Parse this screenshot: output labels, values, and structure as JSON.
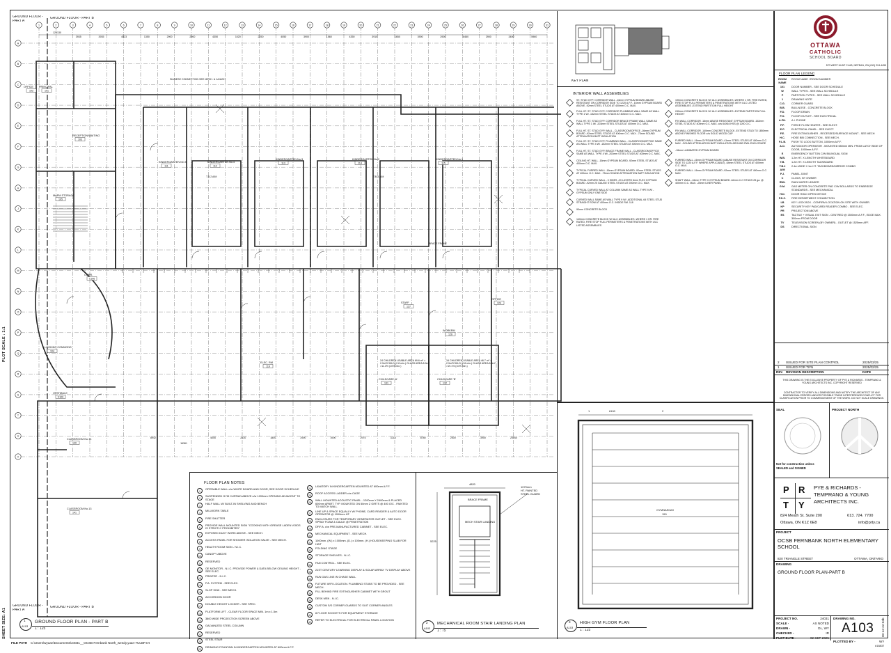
{
  "corner_labels": {
    "top_left_a": "GROUND FLOOR -",
    "top_left_b": "PART A",
    "top_left_c": "GROUND FLOOR - PART B",
    "bottom_left_a": "GROUND FLOOR -",
    "bottom_left_b": "PART A",
    "bottom_left_c": "GROUND FLOOR - PART B"
  },
  "margin": {
    "plot_scale": "PLOT SCALE : 1:1",
    "sheet_size": "SHEET SIZE: A1",
    "file_path_label": "FILE PATH",
    "file_path_value": "C:\\Users\\wyuan\\Documents\\24031__OCSB Fernbank North_wendy.yuan-7ULBP.rvt",
    "stamp": "00-12-22-04b"
  },
  "plan": {
    "rooms": [
      {
        "name": "KINDERGARTEN NO.5",
        "num": "111"
      },
      {
        "name": "KINDERGARTEN No.4",
        "num": "112"
      },
      {
        "name": "KINDERGARTEN No.3",
        "num": "113"
      },
      {
        "name": "KINDERGARTEN No.2",
        "num": "114"
      },
      {
        "name": "KINDERGARTEN No.1",
        "num": "115"
      },
      {
        "name": "CHILDCARE 'A'",
        "num": "131"
      },
      {
        "name": "CHILDCARE 'B'",
        "num": "132"
      },
      {
        "name": "CLASSROOM No.14",
        "num": "140"
      },
      {
        "name": "CLASSROOM No.13",
        "num": "141"
      },
      {
        "name": "PRINCIPAL",
        "num": "101"
      },
      {
        "name": "OFFICE",
        "num": "102"
      },
      {
        "name": "RECEPTION/WAITING",
        "num": "103"
      },
      {
        "name": "MAPM STORAGE",
        "num": "105"
      },
      {
        "name": "CORR.",
        "num": "C106"
      },
      {
        "name": "OFFICE",
        "num": "124"
      },
      {
        "name": "WORKRM",
        "num": "126"
      },
      {
        "name": "STAFF",
        "num": "127"
      },
      {
        "name": "LOOKING COMMONS",
        "num": "104"
      },
      {
        "name": "VESTIBULE",
        "num": "V100"
      },
      {
        "name": "ELEC. RM",
        "num": "119"
      }
    ],
    "notes_on_plan": [
      "SIAMESE CONNECTION SEE MECH. & 1A/A201",
      "BRACE FRAME",
      "24 CHILDREN USABLE AREA 69.6 m² > 2.9m²/CHILD (2.8 min.) GLASS AREA 8.9m² >11.3% (10% min.)",
      "16 CHILDREN USABLE AREA 46.7 m² > 2.9m²/CHILD (2.8 min.) GLASS AREA 8.9m² >19.1% (10% min.)",
      "T.B.2 A/M",
      "T.B.4 A/M"
    ],
    "dims_top": [
      "125130",
      "3935",
      "3935",
      "4523",
      "1350",
      "2900",
      "2900",
      "4350",
      "1020",
      "2250",
      "4050",
      "3900",
      "1560",
      "4350",
      "3910",
      "1650",
      "3900",
      "2900",
      "8460",
      "2900",
      "3400",
      "5960"
    ],
    "dims_bottom": [
      "8942",
      "16361",
      "4050",
      "2830",
      "1800",
      "2900",
      "3900",
      "2975",
      "3218",
      "8780",
      "2500",
      "3900",
      "25940"
    ],
    "grid_rows": [
      "A",
      "B",
      "C",
      "D",
      "E",
      "F",
      "G",
      "H",
      "J",
      "K",
      "L",
      "M",
      "N",
      "O",
      "P",
      "Q",
      "R",
      "S",
      "T",
      "U",
      "V"
    ],
    "grid_cols": [
      "1",
      "2",
      "3",
      "4",
      "5",
      "6",
      "7",
      "8",
      "9",
      "10",
      "11",
      "12",
      "13",
      "14",
      "15",
      "16",
      "17",
      "18",
      "19",
      "20",
      "21",
      "22",
      "23",
      "24",
      "25",
      "26",
      "27",
      "28",
      "29",
      "30",
      "31"
    ]
  },
  "views": [
    {
      "num": "1",
      "sheet": "A103",
      "title": "GROUND FLOOR PLAN - PART B",
      "scale": "1 : 125"
    },
    {
      "num": "2",
      "sheet": "A103",
      "title": "MECHANICAL ROOM STAIR LANDING PLAN",
      "scale": "1 : 75"
    },
    {
      "num": "3",
      "sheet": "A103",
      "title": "HIGH GYM FLOOR PLAN",
      "scale": "1 : 125"
    }
  ],
  "key_plan": {
    "label": "KEY PLAN"
  },
  "floor_plan_notes": {
    "title": "FLOOR PLAN NOTES",
    "col1": [
      {
        "n": "1",
        "t": "OPERABLE WALL c/w WHITE BOARD AND DOOR, SEE DOOR SCHEDULE"
      },
      {
        "n": "2",
        "t": "SUSPENDED GYM CURTAIN ABOVE c/w 1200mm OPENING ADJACENT TO STAGE"
      },
      {
        "n": "3",
        "t": "HALF WALL W/ BUILT-IN SHELVING AND BENCH"
      },
      {
        "n": "4",
        "t": "MILLWORK TABLE"
      },
      {
        "n": "5",
        "t": "FIRE SHUTTER"
      },
      {
        "n": "6",
        "t": "PROVIDE WALL MOUNTED SIGN \"COOKING WITH GREASE LADEN VOIDS IS STRICTLY PROHIBITED\""
      },
      {
        "n": "7",
        "t": "EXPOSED DUCT WORK ABOVE - SEE MECH."
      },
      {
        "n": "8",
        "t": "ACCESS PANEL FOR SHOWER ISOLATION VALVE - SEE MECH."
      },
      {
        "n": "9",
        "t": "HEALTH ROOM SIGN - N.I.C."
      },
      {
        "n": "10",
        "t": "CANOPY ABOVE"
      },
      {
        "n": "11",
        "t": "RESERVED"
      },
      {
        "n": "12",
        "t": "OE MONITOR - N.I.C. PROVIDE POWER & DATA BELOW CEILING HEIGHT - SEE ELEC."
      },
      {
        "n": "13",
        "t": "PRINTER - N.I.C."
      },
      {
        "n": "14",
        "t": "P.A. SYSTEM - SEE ELEC."
      },
      {
        "n": "15",
        "t": "SLOP SINK - SEE MECH."
      },
      {
        "n": "16",
        "t": "ACCORDION DOOR"
      },
      {
        "n": "17",
        "t": "DOUBLE HEIGHT LOCKER - SEE SPEC."
      },
      {
        "n": "18",
        "t": "PLATFORM LIFT - CLEAR FLOOR SPACE MIN. 1m x 1.5m"
      },
      {
        "n": "19",
        "t": "3800 WIDE PROJECTION SCREEN ABOVE"
      },
      {
        "n": "20",
        "t": "GALVANIZED STEEL COLUMN"
      },
      {
        "n": "21",
        "t": "RESERVED"
      },
      {
        "n": "22",
        "t": "STEEL STAIR"
      },
      {
        "n": "23",
        "t": "DRINKING FOUNTAIN IN KINDERGARTEN MOUNTED AT 600mm A.F.F."
      }
    ],
    "col2": [
      {
        "n": "24",
        "t": "LAVATORY IN KINDERGARTEN MOUNTED AT 600mm A.F.F."
      },
      {
        "n": "25",
        "t": "ROOF ACCESS LADDER c/w CAGE"
      },
      {
        "n": "26",
        "t": "WALL MOUNTED ACOUSTIC PANEL - 1200mm X 2400mm & PLACED 600mm APART. TYP. MOUNTED ON 50mm Z GIRTS @ 400 O/C - PAINTED TO MATCH WALL"
      },
      {
        "n": "27",
        "t": "LINE UP & SPACE EQUALLY W/ PHONE, CARD READER & AUTO DOOR OPERATOR @ 1000mm HT."
      },
      {
        "n": "28",
        "t": "ENCLOSURE FOR TEMPORARY GENERATOR OUTLET - SEE ELEC. SPRAY FOAM & CAULK @ PENETRATION"
      },
      {
        "n": "29",
        "t": "DF/F.A. c/w PRE-MANUFACTURED CABINET - SEE ELEC."
      },
      {
        "n": "30",
        "t": "MECHANICAL EQUIPMENT - SEE MECH."
      },
      {
        "n": "31",
        "t": "1000mm. (W.) x 1000mm. (D.) x 100mm. (H.) HOUSEKEEPING SLAB FOR HWT"
      },
      {
        "n": "32",
        "t": "FOLDING STAGE"
      },
      {
        "n": "33",
        "t": "STORAGE SHELVES - N.I.C."
      },
      {
        "n": "34",
        "t": "FAN CONTROL - SEE ELEC."
      },
      {
        "n": "35",
        "t": "21ST CENTURY LEARNING DISPLAY & SOLAR ARRAY TV DISPLAY ABOVE"
      },
      {
        "n": "36",
        "t": "RUN GAS LINE IN CHASE WALL"
      },
      {
        "n": "37",
        "t": "FUTURE WIFI LOCATION. PLUMBING STUBS TO BE PROVIDED - SEE MECH."
      },
      {
        "n": "38",
        "t": "FILL BEHIND FIRE EXTINGUISHER CABINET WITH GROUT"
      },
      {
        "n": "39",
        "t": "DESK MEN - N.I.C."
      },
      {
        "n": "40",
        "t": "CUSTOM S/S CORNER GUARDS TO SUIT CORNER ANGLES"
      },
      {
        "n": "41",
        "t": "8 FLOOR SOCKETS FOR EQUIPMENT STORAGE"
      },
      {
        "n": "42",
        "t": "REFER TO ELECTRICAL FOR ELECTRICAL PANEL LOCATION"
      }
    ]
  },
  "interior_wall_assemblies": {
    "title": "INTERIOR WALL ASSEMBLIES",
    "col1": [
      "ST. STUD GYP. CORRIDOR WALL -16mm GYPSUM BOARD ABUSE RESISTANT ON CORRIDOR SIDE TO 1220 A.F.F., 16mm GYPSUM BOARD ABOVE -92mm STEEL STUDS AT 400mm O.C. MAX.",
      "FULL HT. ST. STUD GYP. CORRIDOR PLUMBING WALL SAME AS WALL TYPE 1 W/ -152mm STEEL STUDS AT 400mm O.C. MAX.",
      "FULL HT. ST. STUD GYP. CORRIDOR BRACE FRAME WALL SAME AS WALL TYPE 1 W/ -203mm STEEL STUDS AT 400mm O.C. MAX.",
      "FULL HT. ST. STUD GYP. WALL - CLASSROOM/OFFICE -16mm GYPSUM BOARD -92mm STEEL STUDS AT 400mm O.C. MAX. -75mm SOUND ATTENUATION BATT INSULATION",
      "FULL HT. ST. STUD GYP. PLUMBING WALL - CLASSROOM/OFFICE SAME AS WALL TYPE 4 W/ -152mm STEEL STUDS AT 400mm O.C. MAX.",
      "FULL HT. ST. STUD GYP. BRACE FRAME WALL - CLASSROOM/OFFICE SAME AS WALL TYPE 4 W/ -203mm STEEL STUDS AT 400mm O.C. MAX.",
      "CEILING HT. WALL -16mm GYPSUM BOARD -92mm STEEL STUDS AT 400mm O.C. MAX.",
      "TYPICAL FURRED WALL -16mm GYPSUM BOARD -92mm STEEL STUDS AT 400mm O.C. MAX. -75mm SOUND ATTENUATION BATT INSULATION",
      "TYPICAL CURVED WALL - 3 SIDES -2X LAYERS 6mm FLEX GYPSUM BOARD -92mm 20 GAUGE STEEL STUDS AT 200mm O.C. MAX.",
      "TYPICAL CURVED WALL AT COLUMN SAME AS WALL TYPE 9 W/ -GYPSUM ONLY ONE SIDE",
      "CURVED WALL SAME AS WALL TYPE 9 W/ -ADDITIONAL 64 STEEL STUD STRAIGHT ROW AT 400mm O.C. INSIDE RM. 118",
      "90mm CONCRETE BLOCK",
      "140mm CONCRETE BLOCK W/ ULC ASSEMBLIES -WHERE 1 HR. FIRE RATED, FIRE STOP FULL PERIMETERS & PENETRATIONS WITH ULC LISTED ASSEMBLIES"
    ],
    "col2": [
      "190mm CONCRETE BLOCK W/ ULC ASSEMBLIES -WHERE 1 HR. FIRE RATED, FIRE STOP FULL PERIMETERS & PENETRATIONS WITH ULC LISTED ASSEMBLIES -EXTEND PARTITION FULL HEIGHT",
      "240mm CONCRETE BLOCK W/ ULC ASSEMBLIES -EXTEND PARTITION FULL HEIGHT",
      "FIN WALL CORRIDOR -16mm ABUSE RESISTANT GYPSUM BOARD -152mm STEEL STUDS AT 400mm O.C. MAX. c/w 64X64 HSS @ 1200 O.C.",
      "FIN WALL CORRIDOR -140mm CONCRETE BLOCK -EXTEND STUD TO 1850mm ABOVE FINISHED FLOOR c/w SOLID WOOD CAP",
      "FURRED WALL -16mm GYPSUM BOARD -41mm STEEL STUDS AT 400mm O.C. MAX. -SOUND ATTENUATION BATT INSULATION AROUND RWL ENCLOSURE",
      "-16mm LAMINATED GYPSUM BOARD",
      "FURRED WALL -16mm GYPSUM BOARD (ABUSE RESISTANT ON CORRIDOR SIDE TO 1220 A.F.F. WHERE APPLICABLE) -64mm STEEL STUDS AT 400mm O.C. MAX.",
      "FURRED WALL -16mm GYPSUM BOARD -92mm STEEL STUDS AT 400mm O.C. MAX.",
      "SHAFT WALL -16mm TYPE X GYPSUM BOARD -64mm C-H STUDS 25 ga. @ 400mm O.C. MAX. -25mm LINER PANEL"
    ]
  },
  "title_block": {
    "client": {
      "line1": "OTTAWA",
      "line2": "CATHOLIC",
      "line3": "SCHOOL BOARD",
      "address": "570 WEST HUNT CLUB, NEPEAN, ON (613) 224-4455"
    },
    "legend_title": "FLOOR PLAN LEGEND",
    "legend": [
      {
        "sym": "ROOM NAME",
        "desc": "ROOM NAME / ROOM NUMBER"
      },
      {
        "sym": "101",
        "desc": "DOOR NUMBER - SEE DOOR SCHEDULE"
      },
      {
        "sym": "W",
        "desc": "WALL TYPES - SEE WALL SCHEDULE"
      },
      {
        "sym": "P",
        "desc": "PARTITION TYPES - SEE WALL SCHEDULE"
      },
      {
        "sym": "1",
        "desc": "DRAWING NOTE"
      },
      {
        "sym": "C.G.",
        "desc": "CORNER GUARD"
      },
      {
        "sym": "B.B.",
        "desc": "BULLNOSE - CONCRETE BLOCK"
      },
      {
        "sym": "F.D.",
        "desc": "FLOOR DRAIN"
      },
      {
        "sym": "F.O.",
        "desc": "FLOOR OUTLET - SEE ELECTRICAL"
      },
      {
        "sym": "A.PH.",
        "desc": "A.I. PHONE"
      },
      {
        "sym": "F.F.",
        "desc": "FORCE FLOW HEATER - SEE ELECT."
      },
      {
        "sym": "E.P.",
        "desc": "ELECTRICAL PANEL - SEE ELECT."
      },
      {
        "sym": "F.E.",
        "desc": "FIRE EXTINGUISHER - RECESSED/SURFACE MOUNT - SEE MECH"
      },
      {
        "sym": "H.C.",
        "desc": "HOSE BIB CONNECTION - SEE MECH."
      },
      {
        "sym": "P.L.B.",
        "desc": "PUSH TO LOCK BUTTON, 1000mm A.F.F."
      },
      {
        "sym": "A.O.",
        "desc": "AUTODOOR OPERATOR - MOUNTED 650mm MIN. FROM LATCH SIDE OF DOOR, 1000mm A.F.F."
      },
      {
        "sym": "E",
        "desc": "EMERGENCY BUTTON C/W BILINGUAL SIGN"
      },
      {
        "sym": "W.B.",
        "desc": "1.2m HT. X LENGTH WHITEBOARD"
      },
      {
        "sym": "T.B.",
        "desc": "1.2m HT. X LENGTH TACKBOARD"
      },
      {
        "sym": "T.B.2 A/M",
        "desc": "2.4m WIDE X 1m HT. TACKBOARD/MIRROR COMBO"
      },
      {
        "sym": "P.J.",
        "desc": "PANEL JOINT"
      },
      {
        "sym": "C",
        "desc": "CLOCK, BY OWNER"
      },
      {
        "sym": "RWL",
        "desc": "RAIN WATER LEADER"
      },
      {
        "sym": "G.M.",
        "desc": "GAS METER ON CONCRETE PAD C/W BOLLARDS TO ENBRIDGE STANDARDS - SEE MECHANICAL"
      },
      {
        "sym": "H.D.",
        "desc": "DOOR HOLD OPEN DEVICE"
      },
      {
        "sym": "F.D.C.",
        "desc": "FIRE DEPARTMENT CONNECTION"
      },
      {
        "sym": "LB",
        "desc": "KEY LOCK BOX - CONFIRM LOCATION ON SITE WITH OWNER."
      },
      {
        "sym": "KP",
        "desc": "SECURITY KEY PAD/CARD READER COMBO - SEE ELEC."
      },
      {
        "sym": "PR",
        "desc": "PROJECTION ABOVE"
      },
      {
        "sym": "ES",
        "desc": "TACTILE + VISUAL EXIT SIGN - CENTRED @ 1500mm A.F.F., EDGE MAX. 300mm FROM DOOR"
      },
      {
        "sym": "TV",
        "desc": "TELEVISION SCREEN (BY OWNER) - OUTLET @ 1525mm AFF."
      },
      {
        "sym": "DS",
        "desc": "DIRECTIONAL SIGN"
      }
    ],
    "revisions": [
      {
        "no": "2",
        "desc": "ISSUED FOR SITE PLAN CONTROL",
        "date": "2025/03/25"
      },
      {
        "no": "1",
        "desc": "ISSUED FOR TIFN",
        "date": "2025/02/25"
      }
    ],
    "rev_header": {
      "no": "REV",
      "desc": "REVISION DESCRIPTION",
      "date": "DATE"
    },
    "copyright": "THIS DRAWING IS THE EXCLUSIVE PROPERTY OF PYE & RICHARDS - TEMPRANO & YOUNG ARCHITECTS INC. COPYRIGHT RESERVED",
    "contractor_note": "CONTRACTOR TO VERIFY ALL DIMENSIONS AND NOTIFY THE ARCHITECT OF ANY DIMENSIONAL ERRORS AND/OR POSSIBLE TRADE INTERFERENCE/CONFLICT FOR CLARIFICATION PRIOR TO COMMENCEMENT OF THE WORK. DO NOT SCALE DRAWINGS.",
    "seal_label": "SEAL",
    "project_north_label": "PROJECT NORTH",
    "seal_note_1": "Not for construction unless",
    "seal_note_2": "SEALED and SIGNED",
    "architect": {
      "logo": [
        "P",
        "R",
        "T",
        "Y"
      ],
      "name_line1": "PYE & RICHARDS -",
      "name_line2": "TEMPRANO & YOUNG",
      "name_line3": "ARCHITECTS INC.",
      "address1": "824 Meath St. Suite 200",
      "address2": "Ottawa, ON K1Z 6E8",
      "phone": "613. 724. 7700",
      "email": "info@prty.ca"
    },
    "project_label": "PROJECT",
    "project_name": "OCSB FERNBANK NORTH ELEMENTARY SCHOOL",
    "project_address": "820 TRIANGLE STREET",
    "project_city": "OTTAWA, ONTARIO",
    "drawing_label": "DRAWING",
    "drawing_name": "GROUND FLOOR PLAN-PART B",
    "fields": [
      {
        "k": "PROJECT NO.",
        "v": "24031"
      },
      {
        "k": "SCALE -",
        "v": "AS NOTED"
      },
      {
        "k": "DRAWN -",
        "v": "DL, WY"
      },
      {
        "k": "CHECKED -",
        "v": "IR"
      },
      {
        "k": "PLOT DATE -",
        "v": "02 SEP 2025"
      }
    ],
    "drawing_no_label": "DRAWING NO.",
    "drawing_no": "A103",
    "plotted_by_label": "PLOTTED BY -",
    "plotted_by": "WY",
    "sheet_code": "#18837"
  }
}
